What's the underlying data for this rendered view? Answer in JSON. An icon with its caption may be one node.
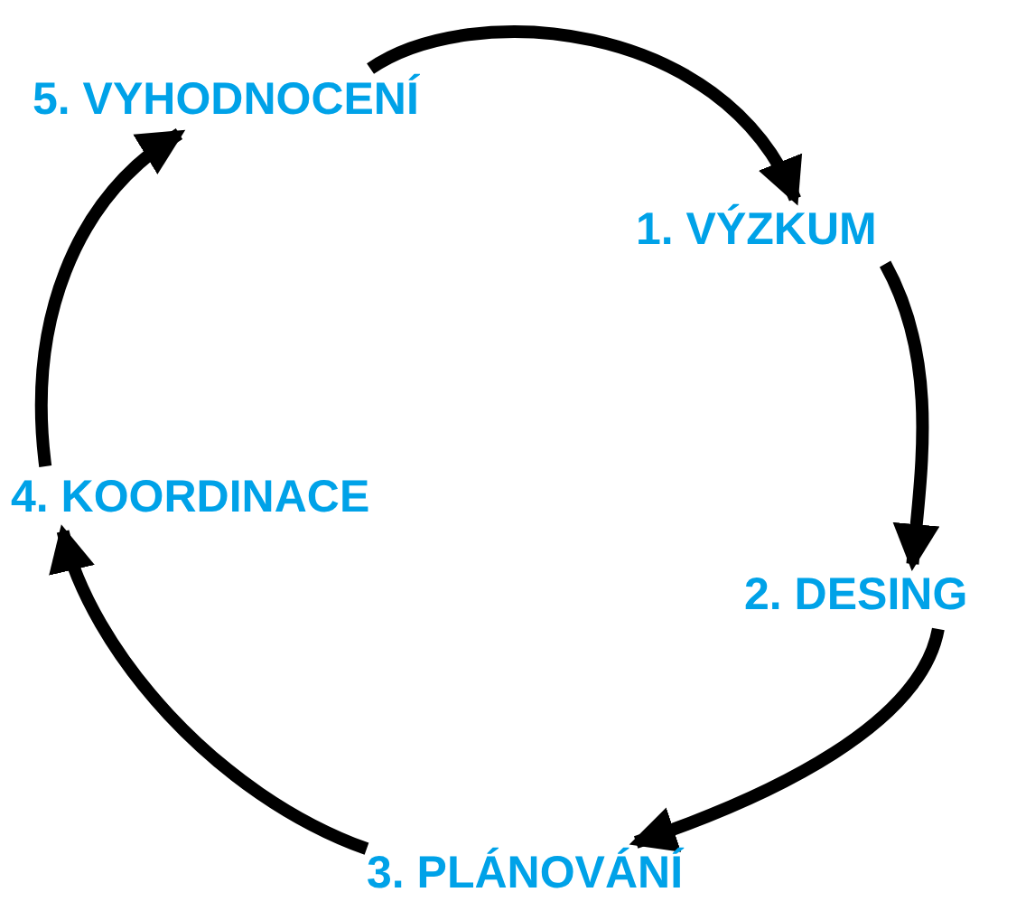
{
  "diagram": {
    "nodes": [
      {
        "text": [
          "5. VYHODNOCENÍ"
        ]
      },
      {
        "text": [
          "1. VÝZKUM"
        ]
      },
      {
        "text": [
          "4. KOORDINACE"
        ]
      },
      {
        "text": [
          "2. DESING"
        ]
      },
      {
        "text": [
          "3. PLÁNOVÁNÍ"
        ]
      }
    ],
    "edges": [
      {
        "from": 0,
        "to": 1,
        "arrow": "to"
      },
      {
        "from": 1,
        "to": 3,
        "arrow": "to"
      },
      {
        "from": 3,
        "to": 4,
        "arrow": "to"
      },
      {
        "from": 4,
        "to": 2,
        "arrow": "to"
      },
      {
        "from": 2,
        "to": 0,
        "arrow": "to"
      }
    ]
  }
}
